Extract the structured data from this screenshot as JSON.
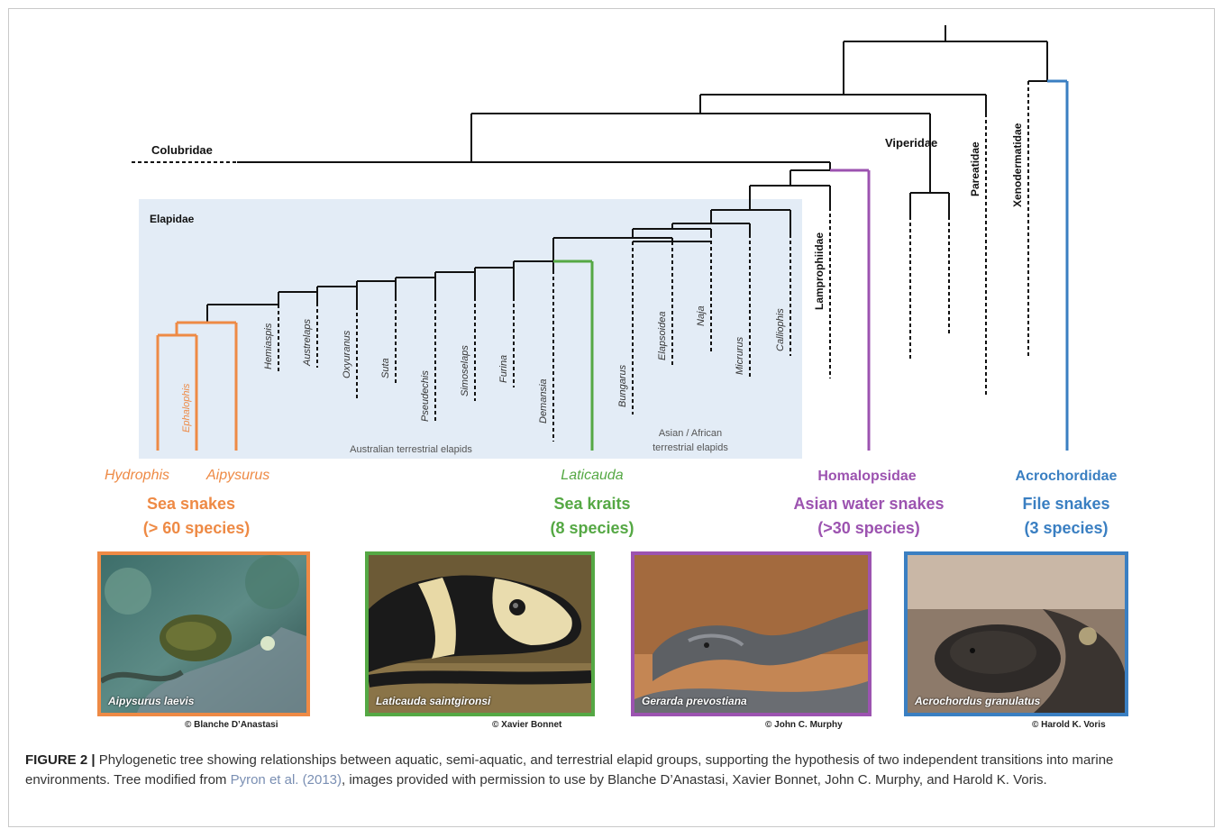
{
  "tree": {
    "family_labels": {
      "colubridae": "Colubridae",
      "viperidae": "Viperidae",
      "pareatidae": "Pareatidae",
      "xenodermatidae": "Xenodermatidae",
      "lamprophiidae": "Lamprophiidae",
      "elapidae": "Elapidae"
    },
    "genera": [
      "Hemiaspis",
      "Austrelaps",
      "Oxyuranus",
      "Suta",
      "Pseudechis",
      "Simoselaps",
      "Furina",
      "Demansia",
      "Bungarus",
      "Elapsoidea",
      "Naja",
      "Micrurus",
      "Calliophis",
      "Ephalophis"
    ],
    "region_labels": {
      "australian": "Australian terrestrial elapids",
      "asian_african_line1": "Asian / African",
      "asian_african_line2": "terrestrial elapids"
    }
  },
  "groups": {
    "sea_snakes": {
      "genus1": "Hydrophis",
      "genus2": "Aipysurus",
      "name": "Sea snakes",
      "count": "(> 60 species)",
      "color": "#ee8a45"
    },
    "sea_kraits": {
      "genus": "Laticauda",
      "name": "Sea kraits",
      "count": "(8 species)",
      "color": "#55a844"
    },
    "asian_water_snakes": {
      "family": "Homalopsidae",
      "name": "Asian water snakes",
      "count": "(>30 species)",
      "color": "#9c53b0"
    },
    "file_snakes": {
      "family": "Acrochordidae",
      "name": "File snakes",
      "count": "(3 species)",
      "color": "#3a7fc2"
    }
  },
  "photos": [
    {
      "species": "Aipysurus laevis",
      "credit": "© Blanche D’Anastasi",
      "border_color": "#ee8a45"
    },
    {
      "species": "Laticauda saintgironsi",
      "credit": "© Xavier Bonnet",
      "border_color": "#55a844"
    },
    {
      "species": "Gerarda prevostiana",
      "credit": "© John C. Murphy",
      "border_color": "#9c53b0"
    },
    {
      "species": "Acrochordus granulatus",
      "credit": "© Harold K. Voris",
      "border_color": "#3a7fc2"
    }
  ],
  "caption": {
    "label": "FIGURE 2 |",
    "text_before": " Phylogenetic tree showing relationships between aquatic, semi-aquatic, and terrestrial elapid groups, supporting the hypothesis of two independent transitions into marine environments. Tree modified from ",
    "citation": "Pyron et al. (2013)",
    "text_after": ", images provided with permission to use by Blanche D’Anastasi, Xavier Bonnet, John C. Murphy, and Harold K. Voris."
  }
}
